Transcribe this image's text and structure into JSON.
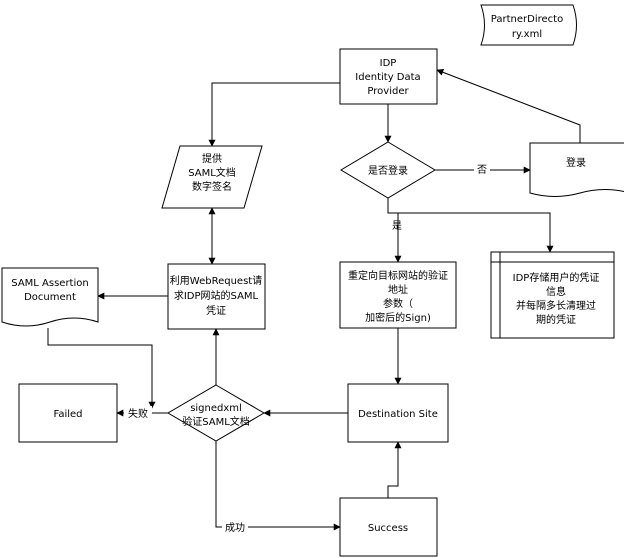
{
  "nodes": {
    "partner_directory": [
      "PartnerDirecto",
      "ry.xml"
    ],
    "idp": [
      "IDP",
      "Identity Data",
      "Provider"
    ],
    "provide_saml": [
      "提供",
      "SAML文档",
      "数字签名"
    ],
    "is_logged_in": [
      "是否登录"
    ],
    "login": [
      "登录"
    ],
    "saml_assertion": [
      "SAML Assertion",
      "Document"
    ],
    "webrequest": [
      "利用WebRequest请",
      "求IDP网站的SAML",
      "凭证"
    ],
    "redirect": [
      "重定向目标网站的验证",
      "地址",
      "参数（",
      "加密后的Sign)"
    ],
    "idp_store": [
      "IDP存储用户的凭证",
      "信息",
      "并每隔多长清理过",
      "期的凭证"
    ],
    "failed": [
      "Failed"
    ],
    "signedxml": [
      "signedxml",
      "验证SAML文档"
    ],
    "destination": [
      "Destination Site"
    ],
    "success": [
      "Success"
    ]
  },
  "edge_labels": {
    "no": "否",
    "yes": "是",
    "fail": "失败",
    "ok": "成功"
  }
}
